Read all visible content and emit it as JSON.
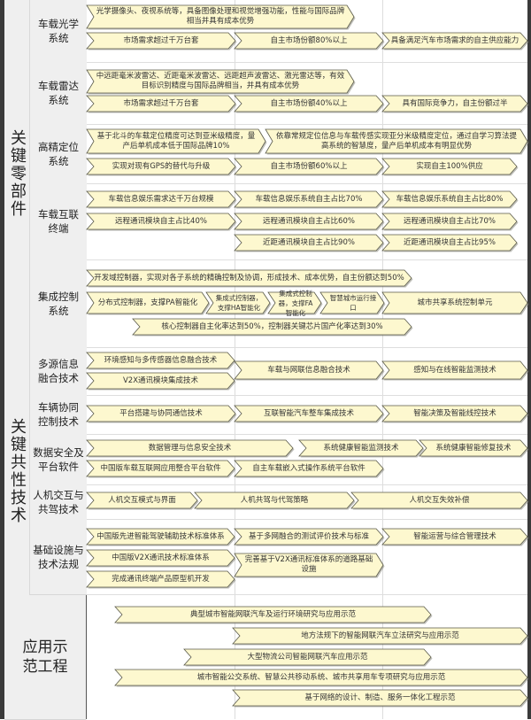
{
  "groups": [
    {
      "label": "关键零部件",
      "subs": [
        {
          "label": "车载光学系统"
        },
        {
          "label": "车载雷达系统"
        },
        {
          "label": "高精定位系统"
        },
        {
          "label": "车载互联终端"
        },
        {
          "label": "集成控制系统"
        }
      ]
    },
    {
      "label": "关键共性技术",
      "subs": [
        {
          "label": "多源信息融合技术"
        },
        {
          "label": "车辆协同控制技术"
        },
        {
          "label": "数据安全及平台软件"
        },
        {
          "label": "人机交互与共驾技术"
        },
        {
          "label": "基础设施与技术法规"
        }
      ]
    },
    {
      "label": "应用示范工程"
    }
  ],
  "arrows": {
    "optical": [
      "光学摄像头、夜视系统等，具备图像处理和视觉增强功能，性能与国际品牌相当并具有成本优势",
      "市场需求超过千万台套",
      "自主市场份额80%以上",
      "具备满足汽车市场需求的自主供应能力"
    ],
    "radar": [
      "中远距毫米波雷达、近距毫米波雷达、远距超声波雷达、激光雷达等，有效目标识别精度与国际品牌相当，并具有成本优势",
      "市场需求超过千万台套",
      "自主市场份额40%以上",
      "具有国际竞争力，自主份额过半"
    ],
    "positioning": [
      "基于北斗的车载定位精度可达到亚米级精度，量产后单机成本低于国际品牌10%",
      "依靠常规定位信息与车载传感实现亚分米级精度定位，通过自学习算法提高系统的智慧度，量产后单机成本有明显优势",
      "实现对现有GPS的替代与升级",
      "自主市场份额60%以上",
      "实现自主100%供应"
    ],
    "terminal": [
      "车载信息娱乐需求达千万台规模",
      "车载信息娱乐系统自主占比70%",
      "车载信息娱乐系统自主占比80%",
      "远程通讯模块自主占比40%",
      "远程通讯模块自主占比60%",
      "远程通讯模块自主占比70%",
      "近距通讯模块自主占比90%",
      "近距通讯模块自主占比95%"
    ],
    "control": [
      "开发域控制器，实现对各子系统的精确控制及协调，形成技术、成本优势，自主份额达到50%",
      "分布式控制器，支撑PA智能化",
      "集成式控制器，支撑HA智能化",
      "集成式控制器，支撑FA智能化",
      "智慧城市运行接口",
      "城市共享系统控制单元",
      "核心控制器自主化率达到50%，控制器关键芯片国产化率达到30%"
    ],
    "fusion": [
      "环境感知与多传感器信息融合技术",
      "V2X通讯模块集成技术",
      "车载与网联信息融合技术",
      "感知与在线智能监测技术"
    ],
    "cooperative": [
      "平台搭建与协同通信技术",
      "互联智能汽车整车集成技术",
      "智能决策及智能线控技术"
    ],
    "security": [
      "数据管理与信息安全技术",
      "系统健康智能监测技术",
      "系统健康智能修复技术",
      "中国版车载互联网应用整合平台软件",
      "自主车载嵌入式操作系统平台软件"
    ],
    "hmi": [
      "人机交互模式与界面",
      "人机共驾与代驾策略",
      "人机交互失效补偿"
    ],
    "infra": [
      "中国版先进智能驾驶辅助技术标准体系",
      "基于多网融合的测试评价技术与标准",
      "智能运营与综合管理技术",
      "中国版V2X通讯技术标准体系",
      "完善基于V2X通讯标准体系的道路基础设施",
      "完成通讯终端产品原型机开发"
    ],
    "demo": [
      "典型城市智能网联汽车及运行环境研究与应用示范",
      "地方法规下的智能网联汽车立法研究与应用示范",
      "大型物流公司智能网联汽车应用示范",
      "城市智能公交系统、智慧公共移动系统、城市共享用车专项研究与应用示范",
      "基于网络的设计、制造、服务一体化工程示范"
    ]
  },
  "colors": {
    "arrow_fill": "#fdf8cf",
    "arrow_stroke": "#5a5a4a",
    "label_bg": "#efefef",
    "grid": "#dcdcdc"
  }
}
